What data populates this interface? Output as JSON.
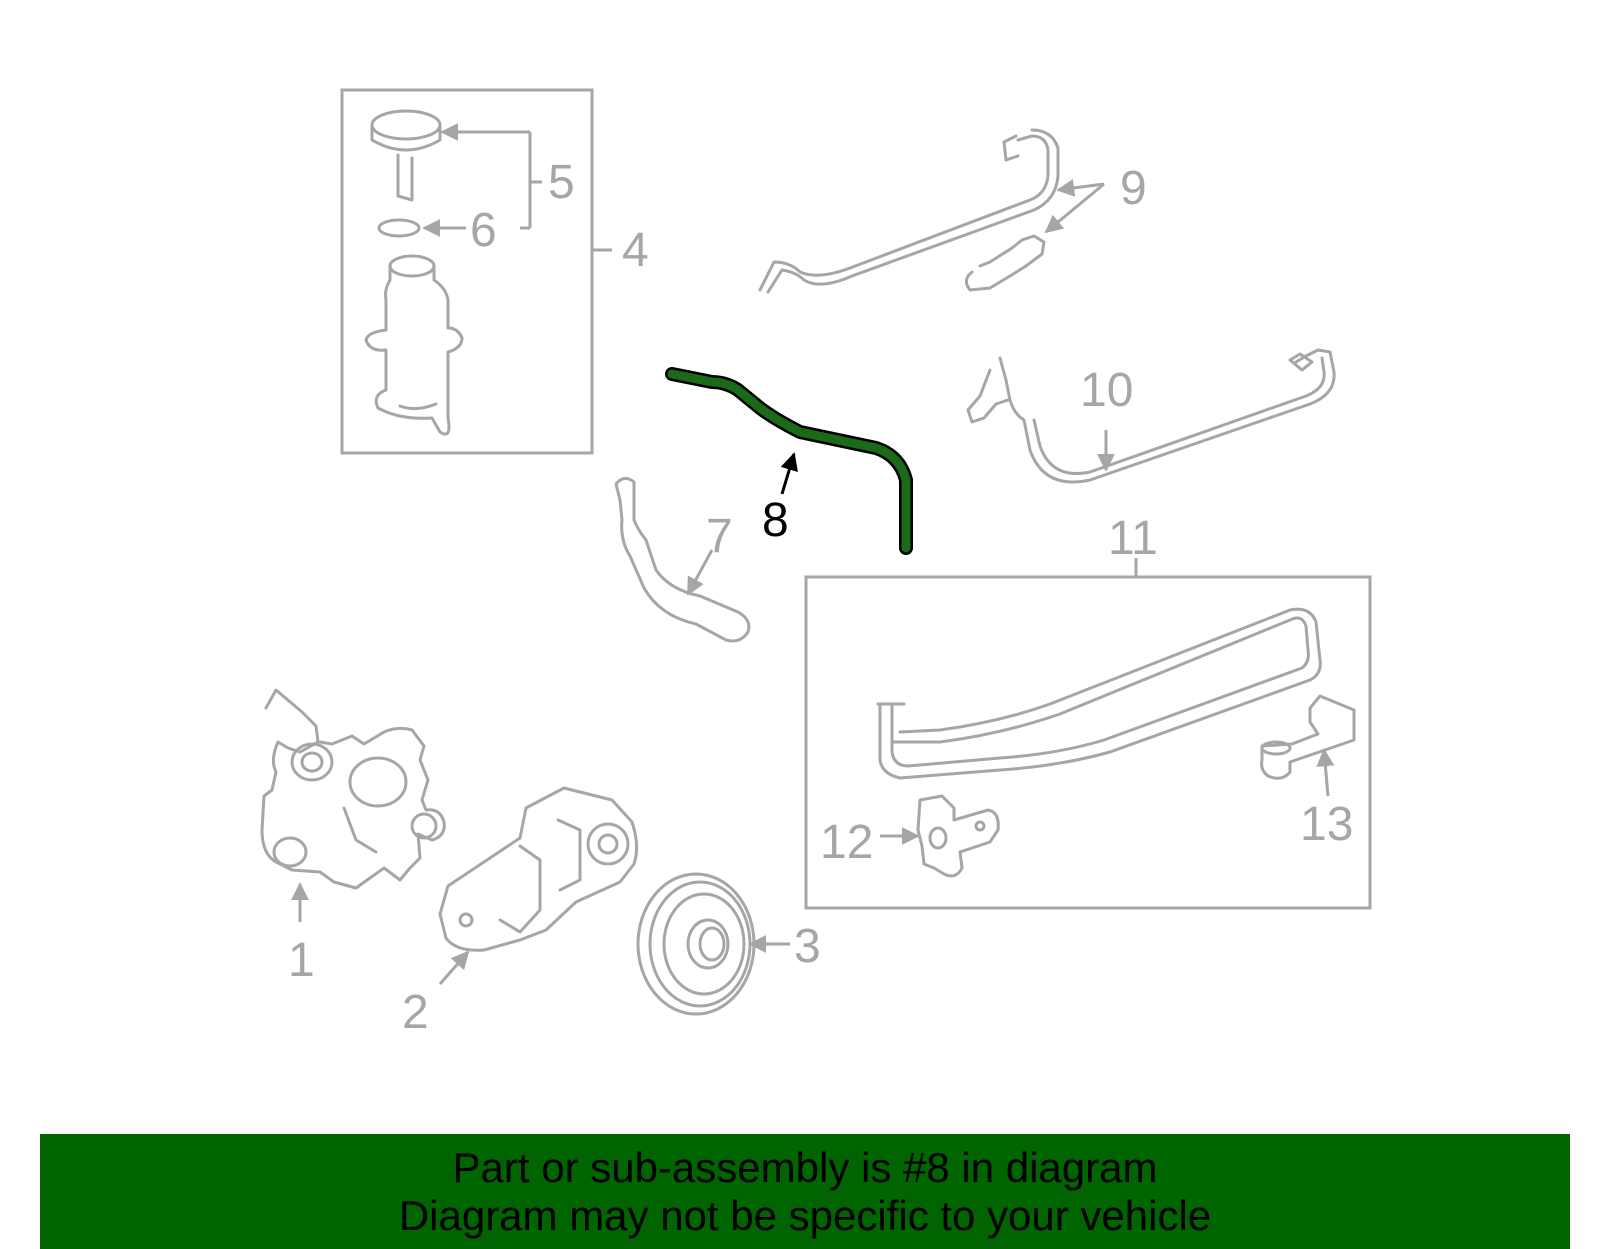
{
  "diagram": {
    "highlight_color": "#1a6a1a",
    "part_color": "#a6a6a6",
    "callouts": [
      {
        "id": "1",
        "label": "1"
      },
      {
        "id": "2",
        "label": "2"
      },
      {
        "id": "3",
        "label": "3"
      },
      {
        "id": "4",
        "label": "4"
      },
      {
        "id": "5",
        "label": "5"
      },
      {
        "id": "6",
        "label": "6"
      },
      {
        "id": "7",
        "label": "7"
      },
      {
        "id": "8",
        "label": "8"
      },
      {
        "id": "9",
        "label": "9"
      },
      {
        "id": "10",
        "label": "10"
      },
      {
        "id": "11",
        "label": "11"
      },
      {
        "id": "12",
        "label": "12"
      },
      {
        "id": "13",
        "label": "13"
      }
    ]
  },
  "banner": {
    "background": "#006400",
    "line1": "Part or sub-assembly is #8 in diagram",
    "line2": "Diagram may not be specific to your vehicle"
  }
}
